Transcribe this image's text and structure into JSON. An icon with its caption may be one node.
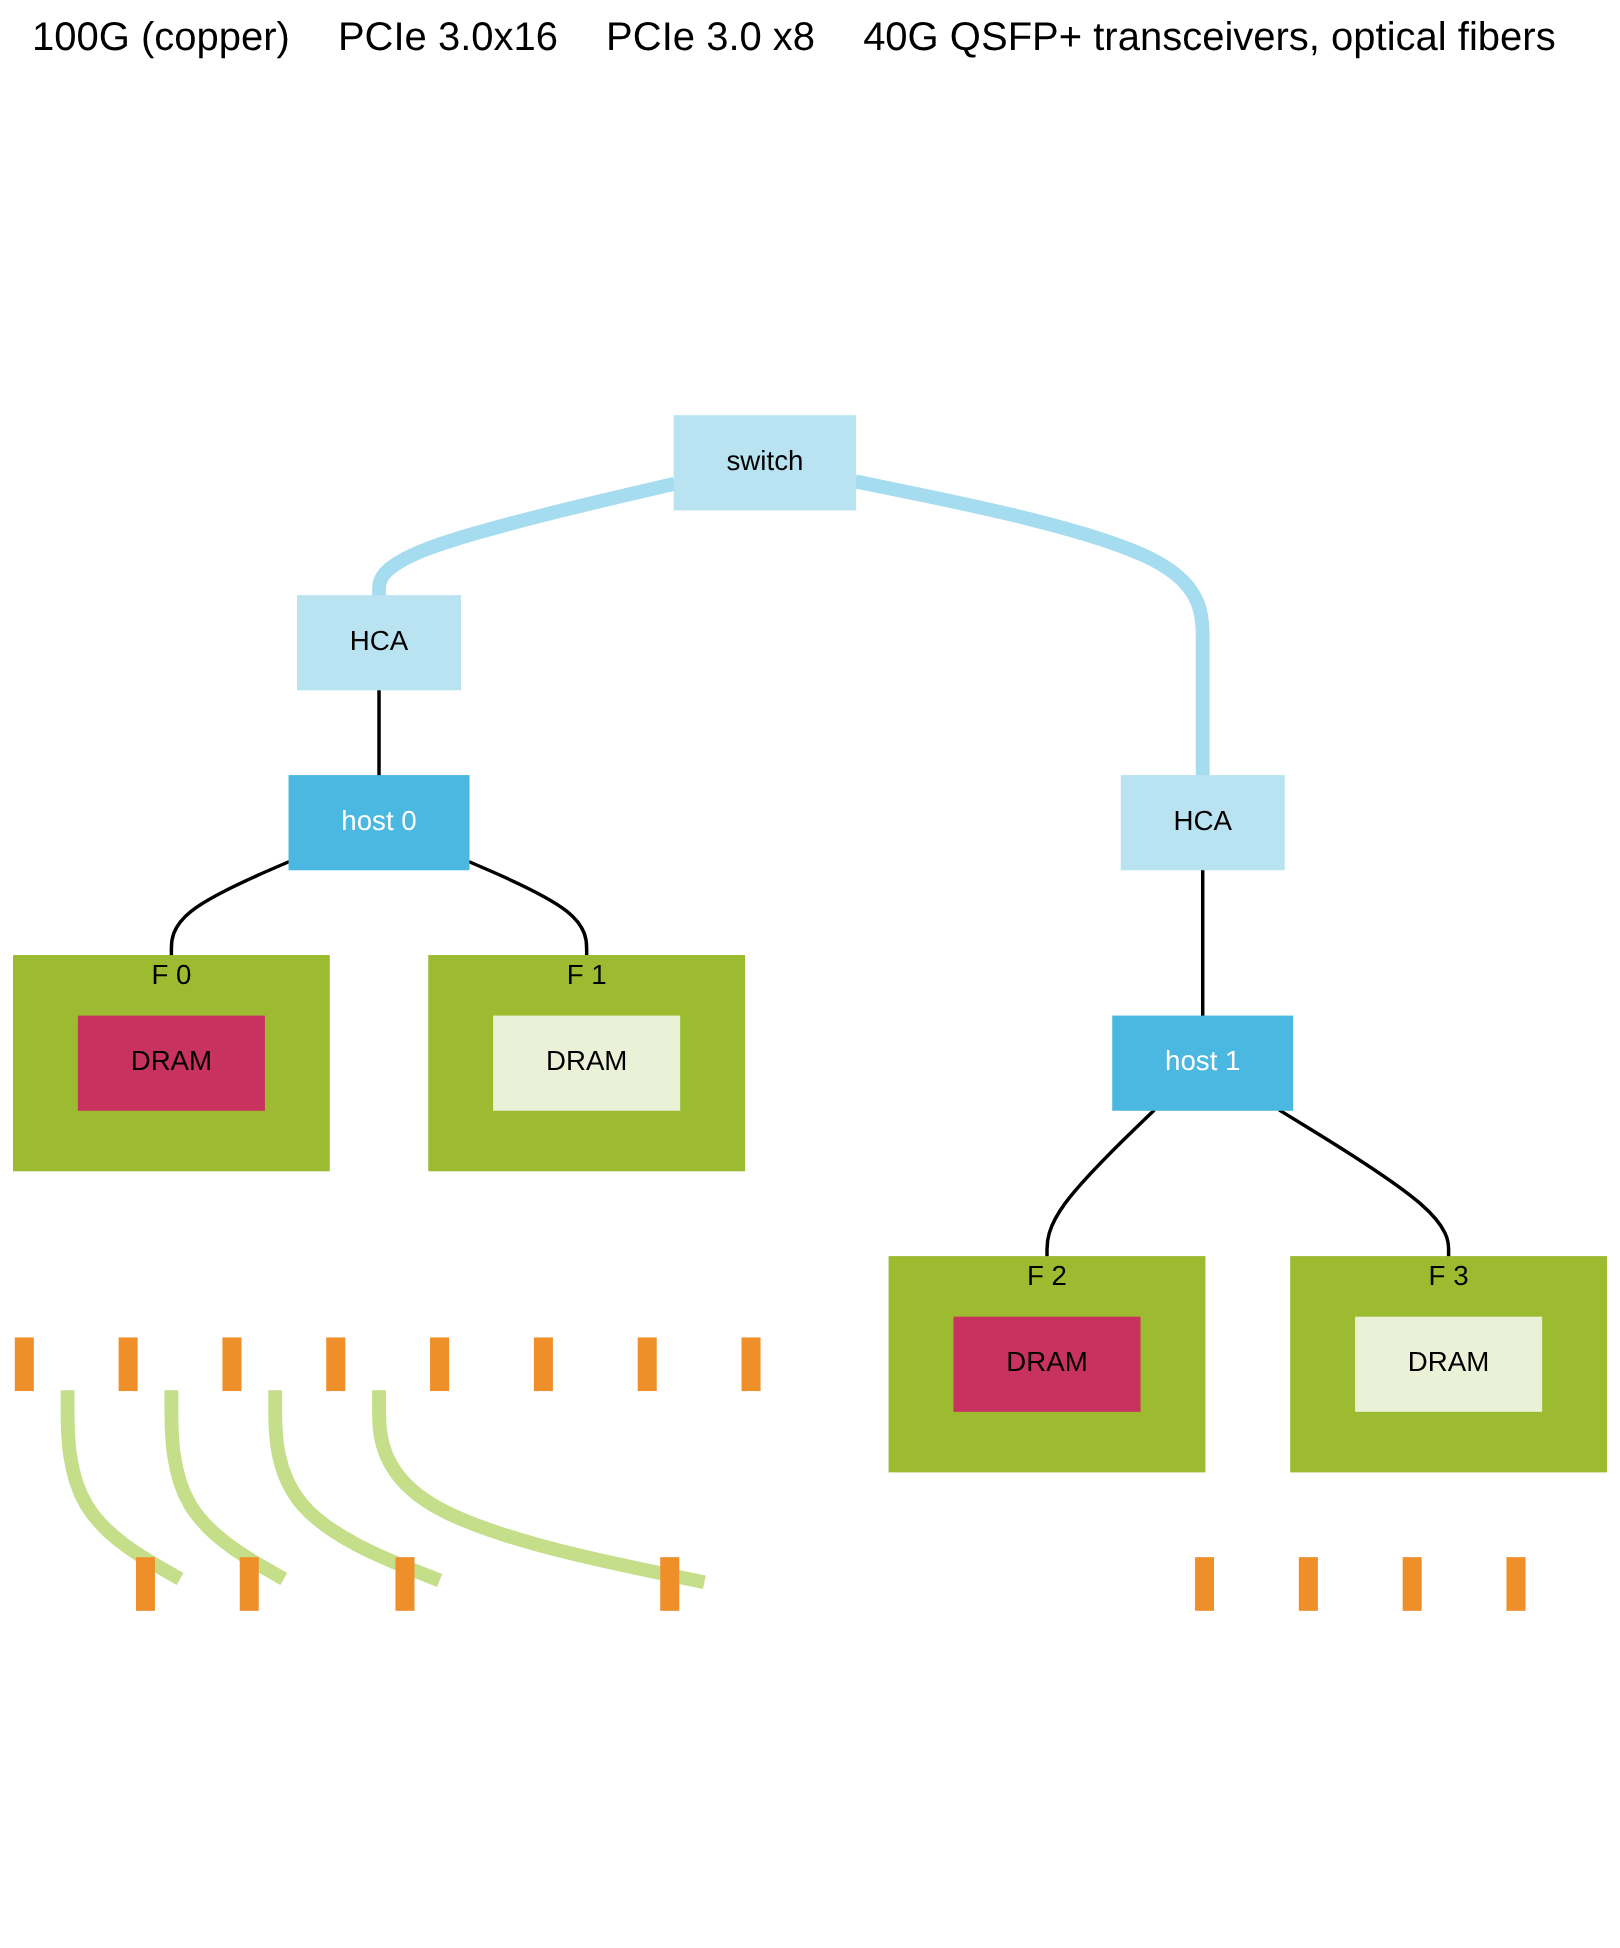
{
  "diagram": {
    "nodes": [
      {
        "text": [
          "switch"
        ]
      },
      {
        "text": [
          "HCA"
        ]
      },
      {
        "text": [
          "HCA"
        ]
      },
      {
        "text": [
          "host 0"
        ]
      },
      {
        "text": [
          "host 1"
        ]
      },
      {
        "text": [
          "F 0"
        ]
      },
      {
        "text": [
          "DRAM"
        ],
        "in": 5
      },
      {
        "text": [
          "F 1"
        ]
      },
      {
        "text": [
          "DRAM"
        ],
        "in": 7
      },
      {
        "text": [
          "F 2"
        ]
      },
      {
        "text": [
          "DRAM"
        ],
        "in": 9
      },
      {
        "text": [
          "F 3"
        ]
      },
      {
        "text": [
          "DRAM"
        ],
        "in": 11
      },
      {
        "text": [],
        "shape": "bar"
      },
      {
        "text": [],
        "shape": "bar"
      },
      {
        "text": [],
        "shape": "bar"
      },
      {
        "text": [],
        "shape": "bar"
      },
      {
        "text": [],
        "shape": "bar"
      },
      {
        "text": [],
        "shape": "bar"
      },
      {
        "text": [],
        "shape": "bar"
      },
      {
        "text": [],
        "shape": "bar"
      },
      {
        "text": [],
        "shape": "bar"
      },
      {
        "text": [],
        "shape": "bar"
      },
      {
        "text": [],
        "shape": "bar"
      },
      {
        "text": [],
        "shape": "bar"
      },
      {
        "text": [],
        "shape": "bar"
      },
      {
        "text": [],
        "shape": "bar"
      },
      {
        "text": [],
        "shape": "bar"
      },
      {
        "text": [],
        "shape": "bar"
      }
    ],
    "edges": [
      {
        "from": 0,
        "to": 1,
        "arrow": "none",
        "style": "thick",
        "color": "#a6dcef"
      },
      {
        "from": 0,
        "to": 2,
        "arrow": "none",
        "style": "thick",
        "color": "#a6dcef"
      },
      {
        "from": 1,
        "to": 3,
        "arrow": "none"
      },
      {
        "from": 2,
        "to": 4,
        "arrow": "none"
      },
      {
        "from": 3,
        "to": 5,
        "arrow": "none"
      },
      {
        "from": 3,
        "to": 7,
        "arrow": "none"
      },
      {
        "from": 4,
        "to": 9,
        "arrow": "none"
      },
      {
        "from": 4,
        "to": 11,
        "arrow": "none"
      },
      {
        "from": 13,
        "to": 21,
        "arrow": "none",
        "style": "thick",
        "color": "#c5de8a"
      },
      {
        "from": 14,
        "to": 22,
        "arrow": "none",
        "style": "thick",
        "color": "#c5de8a"
      },
      {
        "from": 15,
        "to": 23,
        "arrow": "none",
        "style": "thick",
        "color": "#c5de8a"
      },
      {
        "from": 16,
        "to": 24,
        "arrow": "none",
        "style": "thick",
        "color": "#c5de8a"
      }
    ],
    "labels": [
      "100G (copper)",
      "PCIe 3.0x16",
      "PCIe 3.0 x8",
      "40G QSFP+ transceivers, optical fibers"
    ]
  }
}
